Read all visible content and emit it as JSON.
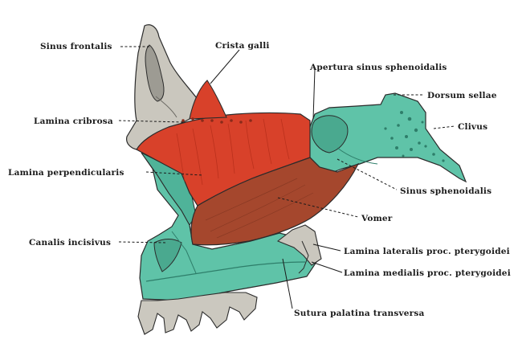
{
  "figure": {
    "colors": {
      "ethmoid_red": "#d8412a",
      "vomer_brown": "#a5472d",
      "bone_teal": "#5fc3a8",
      "bone_teal_dark": "#3e9a83",
      "bone_grey": "#c9c6bd",
      "outline": "#2b2b2b"
    },
    "labels": {
      "sinus_frontalis": "Sinus frontalis",
      "crista_galli": "Crista galli",
      "apertura_sinus_sphenoidalis": "Apertura sinus sphenoidalis",
      "dorsum_sellae": "Dorsum sellae",
      "lamina_cribrosa": "Lamina cribrosa",
      "clivus": "Clivus",
      "lamina_perpendicularis": "Lamina perpendicularis",
      "sinus_sphenoidalis": "Sinus sphenoidalis",
      "vomer": "Vomer",
      "canalis_incisivus": "Canalis incisivus",
      "lamina_lateralis": "Lamina lateralis proc. pterygoidei",
      "lamina_medialis": "Lamina medialis proc. pterygoidei",
      "sutura_palatina": "Sutura palatina transversa"
    }
  }
}
